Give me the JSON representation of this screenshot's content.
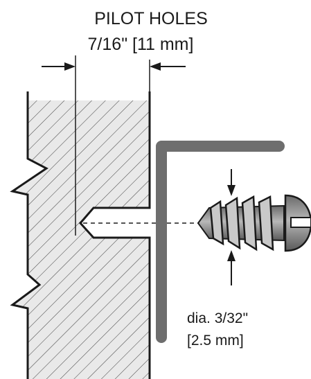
{
  "title": "PILOT HOLES",
  "depth_label": "7/16\" [11 mm]",
  "diameter_label_line1": "dia. 3/32\"",
  "diameter_label_line2": "[2.5 mm]",
  "colors": {
    "line": "#1a1a1a",
    "hatch_bg": "#e9e9e9",
    "bracket": "#6e6e6e",
    "screw": "#9a9a9a"
  },
  "icons": [
    "wall-section",
    "l-bracket",
    "screw",
    "dimension-arrows"
  ]
}
